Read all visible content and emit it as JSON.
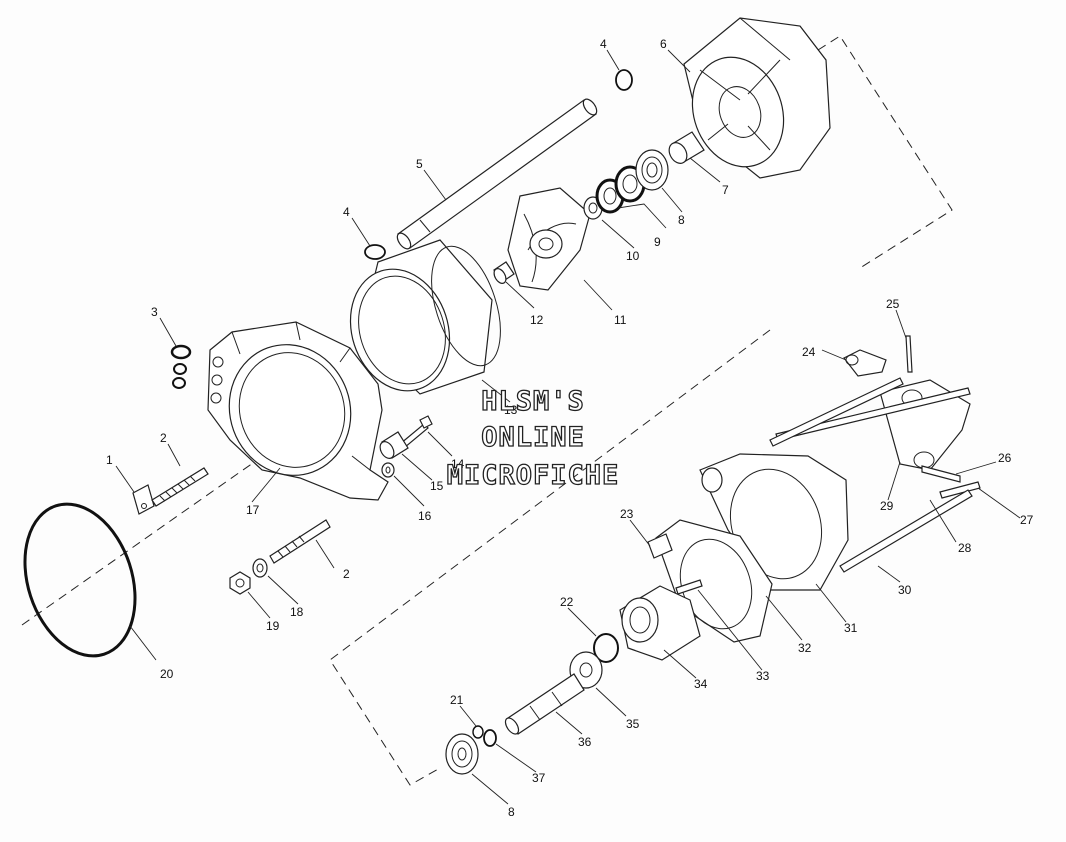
{
  "watermark": {
    "line1": "HLSM'S",
    "line2": "ONLINE",
    "line3": "MICROFICHE"
  },
  "callouts": [
    {
      "id": "c1",
      "label": "1"
    },
    {
      "id": "c2a",
      "label": "2"
    },
    {
      "id": "c2b",
      "label": "2"
    },
    {
      "id": "c3",
      "label": "3"
    },
    {
      "id": "c4a",
      "label": "4"
    },
    {
      "id": "c4b",
      "label": "4"
    },
    {
      "id": "c5",
      "label": "5"
    },
    {
      "id": "c6",
      "label": "6"
    },
    {
      "id": "c7",
      "label": "7"
    },
    {
      "id": "c8a",
      "label": "8"
    },
    {
      "id": "c8b",
      "label": "8"
    },
    {
      "id": "c9",
      "label": "9"
    },
    {
      "id": "c10",
      "label": "10"
    },
    {
      "id": "c11",
      "label": "11"
    },
    {
      "id": "c12",
      "label": "12"
    },
    {
      "id": "c13",
      "label": "13"
    },
    {
      "id": "c14",
      "label": "14"
    },
    {
      "id": "c15",
      "label": "15"
    },
    {
      "id": "c16",
      "label": "16"
    },
    {
      "id": "c17",
      "label": "17"
    },
    {
      "id": "c18",
      "label": "18"
    },
    {
      "id": "c19",
      "label": "19"
    },
    {
      "id": "c20",
      "label": "20"
    },
    {
      "id": "c21",
      "label": "21"
    },
    {
      "id": "c22",
      "label": "22"
    },
    {
      "id": "c23",
      "label": "23"
    },
    {
      "id": "c24",
      "label": "24"
    },
    {
      "id": "c25",
      "label": "25"
    },
    {
      "id": "c26",
      "label": "26"
    },
    {
      "id": "c27",
      "label": "27"
    },
    {
      "id": "c28",
      "label": "28"
    },
    {
      "id": "c29",
      "label": "29"
    },
    {
      "id": "c30",
      "label": "30"
    },
    {
      "id": "c31",
      "label": "31"
    },
    {
      "id": "c32",
      "label": "32"
    },
    {
      "id": "c33",
      "label": "33"
    },
    {
      "id": "c34",
      "label": "34"
    },
    {
      "id": "c35",
      "label": "35"
    },
    {
      "id": "c36",
      "label": "36"
    },
    {
      "id": "c37",
      "label": "37"
    }
  ]
}
